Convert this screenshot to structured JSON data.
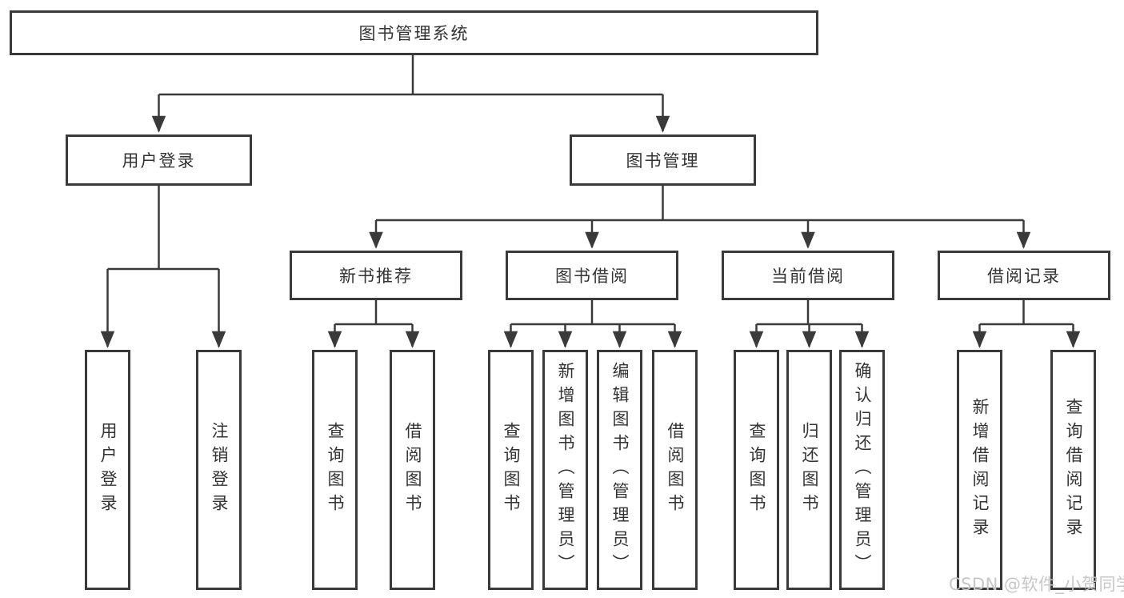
{
  "diagram": {
    "type": "hierarchy-tree",
    "colors": {
      "line": "#3a3a3a",
      "box_border": "#3a3a3a",
      "text": "#333333",
      "watermark": "#c7c7c7",
      "background": "#ffffff"
    },
    "tree": {
      "label": "图书管理系统",
      "children": [
        {
          "label": "用户登录",
          "children": [
            {
              "label": "用户登录"
            },
            {
              "label": "注销登录"
            }
          ]
        },
        {
          "label": "图书管理",
          "children": [
            {
              "label": "新书推荐",
              "children": [
                {
                  "label": "查询图书"
                },
                {
                  "label": "借阅图书"
                }
              ]
            },
            {
              "label": "图书借阅",
              "children": [
                {
                  "label": "查询图书"
                },
                {
                  "label": "新增图书（管理员）"
                },
                {
                  "label": "编辑图书（管理员）"
                },
                {
                  "label": "借阅图书"
                }
              ]
            },
            {
              "label": "当前借阅",
              "children": [
                {
                  "label": "查询图书"
                },
                {
                  "label": "归还图书"
                },
                {
                  "label": "确认归还（管理员）"
                }
              ]
            },
            {
              "label": "借阅记录",
              "children": [
                {
                  "label": "新增借阅记录"
                },
                {
                  "label": "查询借阅记录"
                }
              ]
            }
          ]
        }
      ]
    },
    "watermark": {
      "text": "CSDN @软件_小贺同学"
    }
  }
}
